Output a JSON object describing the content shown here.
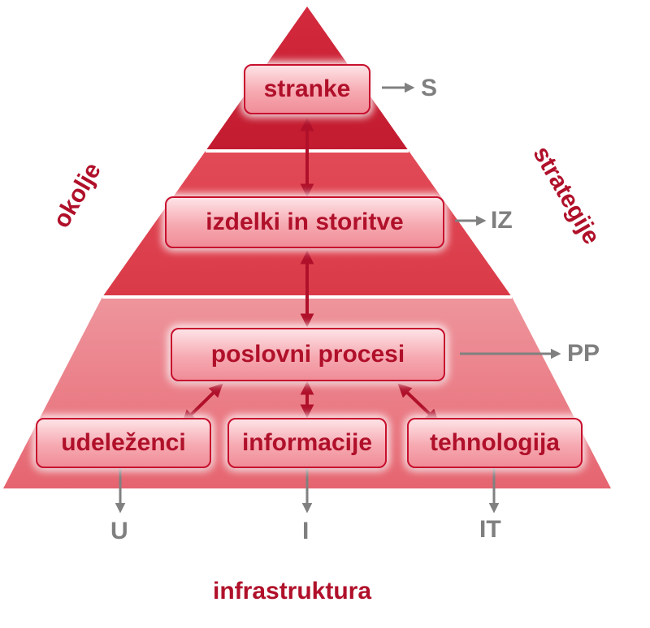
{
  "nodes": {
    "stranke": "stranke",
    "izdelki": "izdelki in storitve",
    "procesi": "poslovni procesi",
    "udelezenci": "udeleženci",
    "informacije": "informacije",
    "tehnologija": "tehnologija"
  },
  "outputs": {
    "s": "S",
    "iz": "IZ",
    "pp": "PP",
    "u": "U",
    "i": "I",
    "it": "IT"
  },
  "sides": {
    "left": "okolje",
    "right": "strategije",
    "bottom": "infrastruktura"
  },
  "colors": {
    "pyramid_top": "#cc1f34",
    "pyramid_middle": "#e0414f",
    "pyramid_bottom": "#ec8089",
    "band_separator": "#ffffff",
    "node_text": "#b0102a",
    "node_border": "#c8102e",
    "output_arrow": "#808080",
    "link_arrow": "#b0102a"
  }
}
